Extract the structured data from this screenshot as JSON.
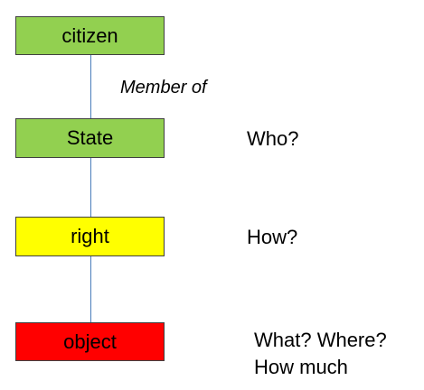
{
  "nodes": [
    {
      "label": "citizen",
      "color": "#92d050"
    },
    {
      "label": "State",
      "color": "#92d050"
    },
    {
      "label": "right",
      "color": "#ffff00"
    },
    {
      "label": "object",
      "color": "#ff0000"
    }
  ],
  "edge_labels": {
    "citizen_state": "Member of"
  },
  "questions": {
    "state": "Who?",
    "right": "How?",
    "object_line1": "What? Where?",
    "object_line2": "How much"
  },
  "colors": {
    "connector": "#4a7ebb",
    "border": "#404040"
  }
}
